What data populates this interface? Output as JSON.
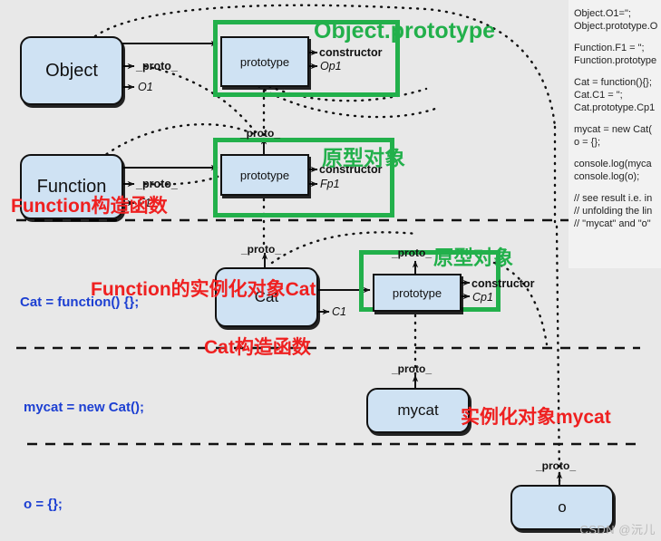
{
  "canvas": {
    "background": "#e8e8e8",
    "box_fill": "#cfe2f3",
    "green": "#22b04b",
    "red": "#ef2020",
    "blue": "#1c3fd2"
  },
  "nodes": {
    "object": {
      "label": "Object"
    },
    "object_prototype": {
      "label": "prototype"
    },
    "function": {
      "label": "Function"
    },
    "function_prototype": {
      "label": "prototype"
    },
    "cat": {
      "label": "Cat"
    },
    "cat_prototype": {
      "label": "prototype"
    },
    "mycat": {
      "label": "mycat"
    },
    "o": {
      "label": "o"
    }
  },
  "properties": {
    "object_proto": "_proto_",
    "object_o1": "O1",
    "object_proto_constructor": "constructor",
    "object_proto_op1": "Op1",
    "object_proto_up": "_proto_",
    "function_proto": "_proto_",
    "function_f1": "F1",
    "function_proto_constructor": "constructor",
    "function_proto_fp1": "Fp1",
    "function_proto_up": "_proto_",
    "cat_proto_up": "_proto_",
    "cat_c1": "C1",
    "cat_proto_constructor": "constructor",
    "cat_proto_cp1": "Cp1",
    "cat_prototype_up": "_proto_",
    "mycat_proto_up": "_proto_",
    "o_proto_up": "_proto_"
  },
  "annotations": {
    "green_object_prototype": "Object.prototype",
    "green_function_prototype": "原型对象",
    "green_cat_prototype": "原型对象",
    "red_function_ctor": "Function构造函数",
    "red_cat_instance": "Function的实例化对象Cat",
    "red_cat_ctor": "Cat构造函数",
    "red_mycat_instance": "实例化对象mycat"
  },
  "code_labels": {
    "cat": "Cat = function() {};",
    "mycat": "mycat = new Cat();",
    "o": "o = {};"
  },
  "code_panel": {
    "lines": [
      "Object.O1=\";",
      "Object.prototype.O",
      "",
      "Function.F1 = \";",
      "Function.prototype",
      "",
      "Cat = function(){};",
      "Cat.C1 = \";",
      "Cat.prototype.Cp1",
      "",
      "mycat = new Cat(",
      "o = {};",
      "",
      "console.log(myca",
      "console.log(o);",
      "",
      "// see result i.e. in",
      "// unfolding the lin",
      "// \"mycat\" and \"o\""
    ]
  },
  "watermark": {
    "text": "CSDN @沅儿"
  }
}
